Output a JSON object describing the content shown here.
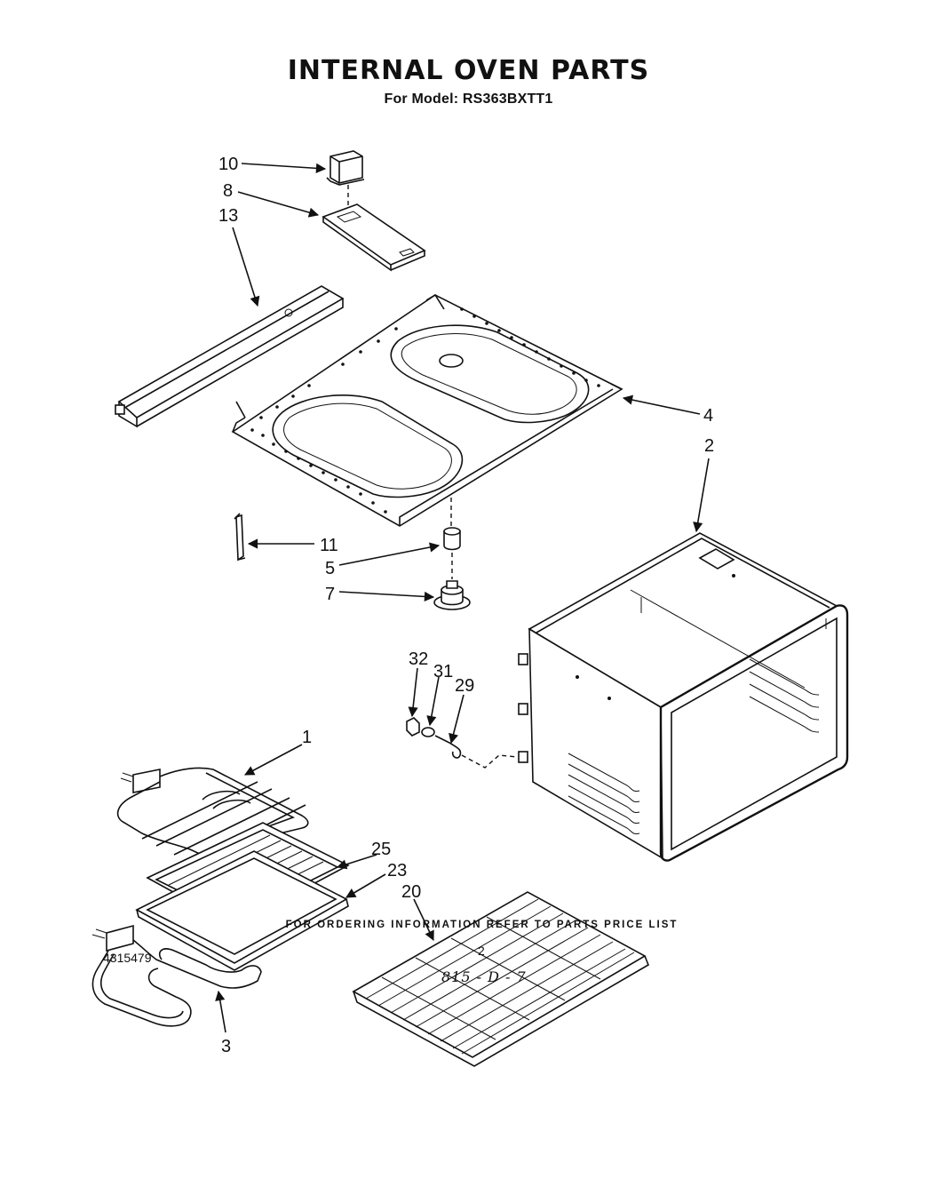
{
  "header": {
    "title": "INTERNAL OVEN PARTS",
    "subtitle": "For Model: RS363BXTT1"
  },
  "footer": {
    "ordering_note": "FOR ORDERING INFORMATION REFER TO PARTS PRICE LIST",
    "page_number": "2",
    "document_number": "4315479",
    "handwritten_code": "815 - D - 7"
  },
  "callouts": [
    {
      "id": "10",
      "label": "10"
    },
    {
      "id": "8",
      "label": "8"
    },
    {
      "id": "13",
      "label": "13"
    },
    {
      "id": "4",
      "label": "4"
    },
    {
      "id": "2",
      "label": "2"
    },
    {
      "id": "11",
      "label": "11"
    },
    {
      "id": "5",
      "label": "5"
    },
    {
      "id": "7",
      "label": "7"
    },
    {
      "id": "32",
      "label": "32"
    },
    {
      "id": "31",
      "label": "31"
    },
    {
      "id": "29",
      "label": "29"
    },
    {
      "id": "1",
      "label": "1"
    },
    {
      "id": "25",
      "label": "25"
    },
    {
      "id": "23",
      "label": "23"
    },
    {
      "id": "20",
      "label": "20"
    },
    {
      "id": "3",
      "label": "3"
    }
  ]
}
